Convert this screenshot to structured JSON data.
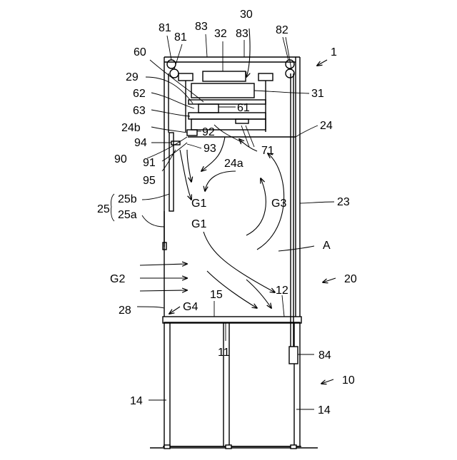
{
  "figure": {
    "labels": {
      "l1": "1",
      "l10": "10",
      "l11": "11",
      "l12": "12",
      "l14a": "14",
      "l14b": "14",
      "l15": "15",
      "l20": "20",
      "l23": "23",
      "l24": "24",
      "l24a": "24a",
      "l24b": "24b",
      "l25": "25",
      "l25a": "25a",
      "l25b": "25b",
      "l28": "28",
      "l29": "29",
      "l30": "30",
      "l31": "31",
      "l32": "32",
      "l60": "60",
      "l61": "61",
      "l62": "62",
      "l63": "63",
      "l71": "71",
      "l81a": "81",
      "l81b": "81",
      "l82": "82",
      "l83a": "83",
      "l83b": "83",
      "l84": "84",
      "l90": "90",
      "l91": "91",
      "l92": "92",
      "l93": "93",
      "l94": "94",
      "l95": "95",
      "lA": "A",
      "lG1a": "G1",
      "lG1b": "G1",
      "lG2": "G2",
      "lG3": "G3",
      "lG4": "G4"
    }
  }
}
